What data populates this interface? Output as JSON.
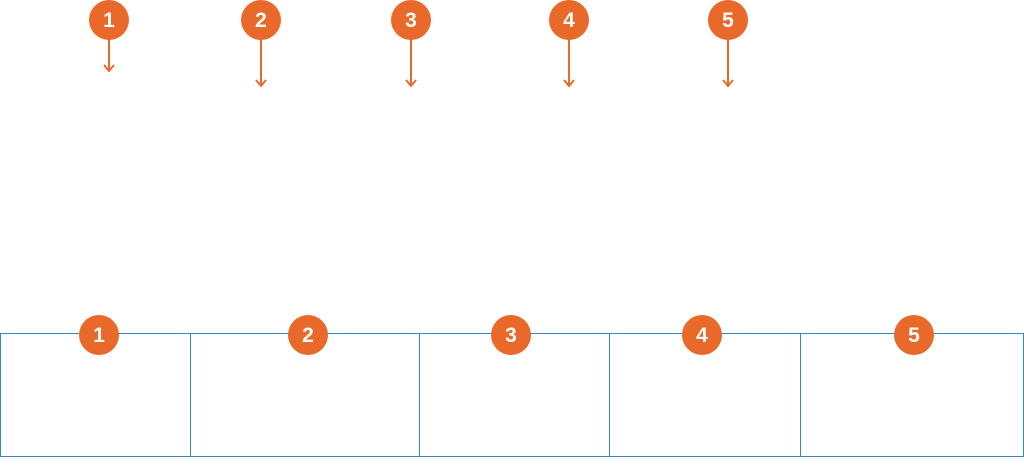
{
  "colors": {
    "accent": "#e8692a",
    "border": "#2f8bc4",
    "badge_text": "#ffffff"
  },
  "top_markers": [
    {
      "label": "1",
      "icon": "down-arrow-icon"
    },
    {
      "label": "2",
      "icon": "down-arrow-icon"
    },
    {
      "label": "3",
      "icon": "down-arrow-icon"
    },
    {
      "label": "4",
      "icon": "down-arrow-icon"
    },
    {
      "label": "5",
      "icon": "down-arrow-icon"
    }
  ],
  "cells": [
    {
      "label": "1"
    },
    {
      "label": "2"
    },
    {
      "label": "3"
    },
    {
      "label": "4"
    },
    {
      "label": "5"
    }
  ]
}
